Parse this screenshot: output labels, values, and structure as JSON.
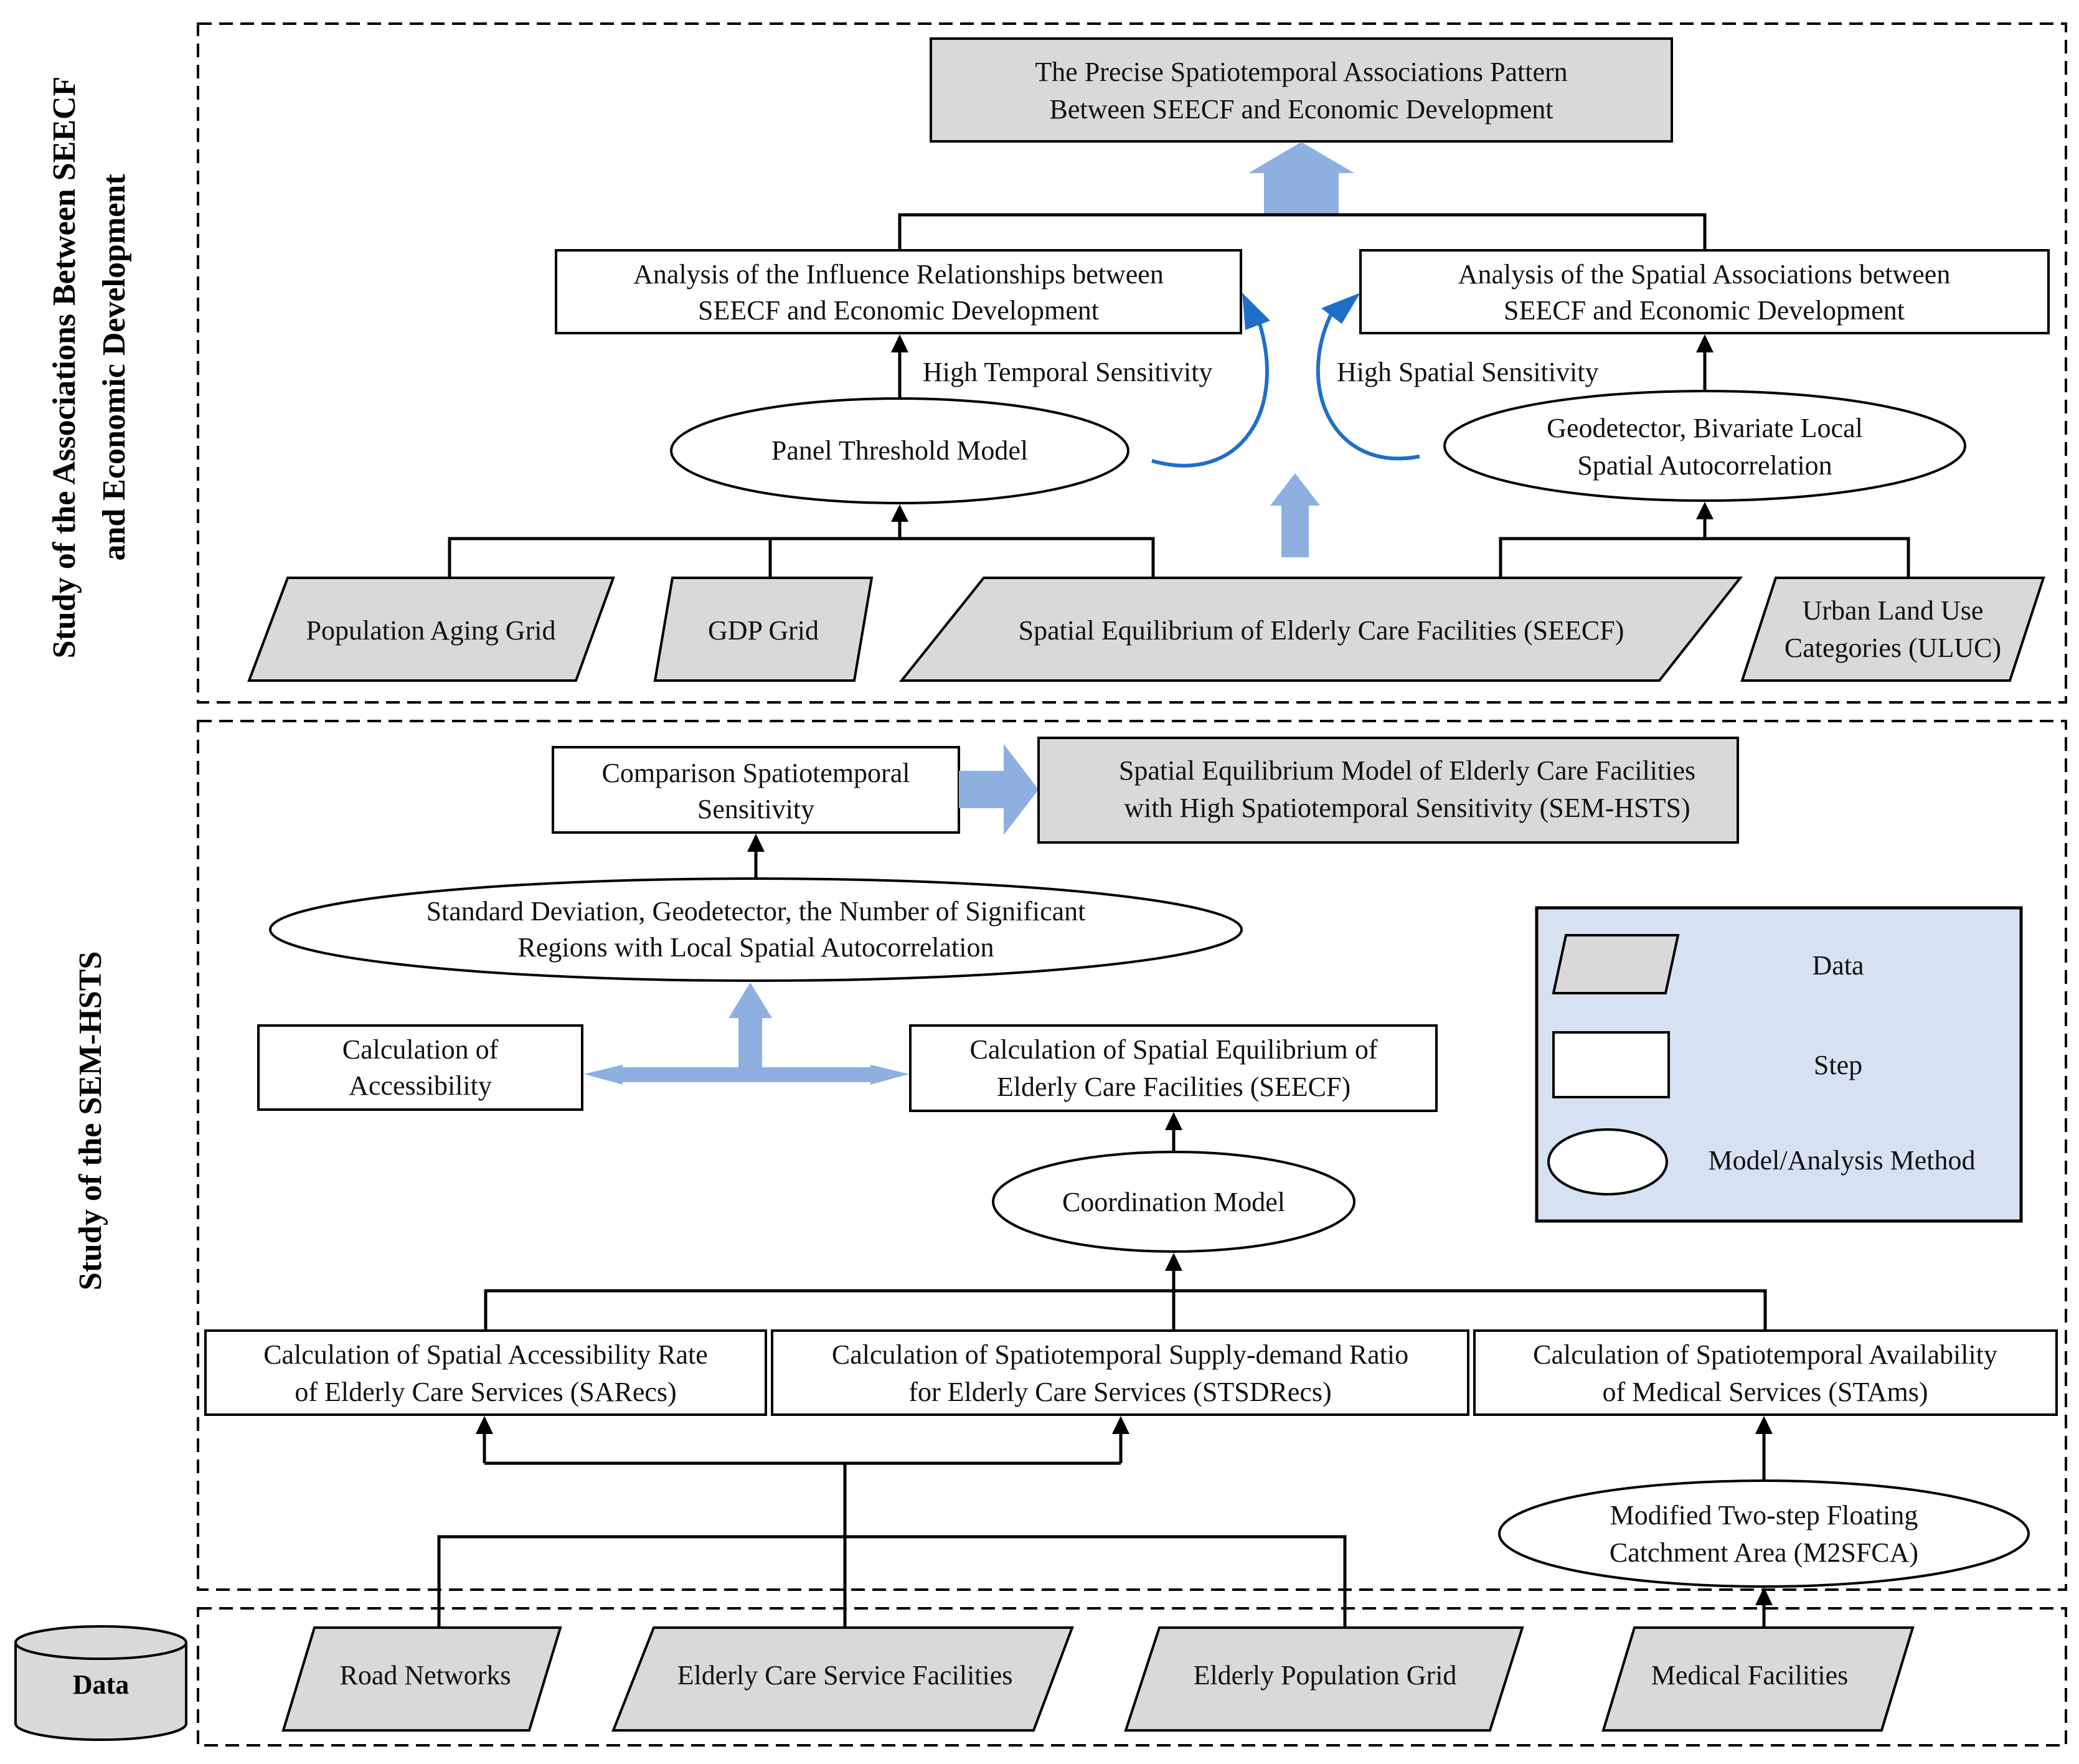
{
  "sections": {
    "associations_title_line1": "Study of the Associations Between SEECF",
    "associations_title_line2": "and Economic Development",
    "sem_title": "Study of the SEM-HSTS",
    "data_label": "Data"
  },
  "top": {
    "result_line1": "The Precise Spatiotemporal Associations Pattern",
    "result_line2": "Between  SEECF and Economic Development",
    "influence_line1": "Analysis of the Influence Relationships between",
    "influence_line2": "SEECF and Economic Development",
    "spatial_assoc_line1": "Analysis of the Spatial Associations between",
    "spatial_assoc_line2": "SEECF and Economic Development",
    "temporal_sensitivity": "High Temporal Sensitivity",
    "spatial_sensitivity": "High Spatial Sensitivity",
    "panel_threshold": "Panel Threshold Model",
    "geodetector_line1": "Geodetector, Bivariate Local",
    "geodetector_line2": "Spatial Autocorrelation",
    "population_aging": "Population Aging Grid",
    "gdp_grid": "GDP Grid",
    "seecf_data": "Spatial Equilibrium of Elderly Care Facilities (SEECF)",
    "uluc_line1": "Urban Land Use",
    "uluc_line2": "Categories (ULUC)"
  },
  "middle": {
    "comparison_line1": "Comparison Spatiotemporal",
    "comparison_line2": "Sensitivity",
    "sem_hsts_line1": "Spatial Equilibrium Model of Elderly Care Facilities",
    "sem_hsts_line2": "with High Spatiotemporal Sensitivity (SEM-HSTS)",
    "std_dev_line1": "Standard Deviation, Geodetector, the Number of Significant",
    "std_dev_line2": "Regions with Local Spatial Autocorrelation",
    "accessibility_line1": "Calculation of",
    "accessibility_line2": "Accessibility",
    "calc_seecf_line1": "Calculation of Spatial Equilibrium of",
    "calc_seecf_line2": "Elderly Care Facilities (SEECF)",
    "coordination_model": "Coordination Model",
    "sarecs_line1": "Calculation of Spatial Accessibility Rate",
    "sarecs_line2": "of Elderly Care Services (SARecs)",
    "stsdrecs_line1": "Calculation of Spatiotemporal Supply-demand Ratio",
    "stsdrecs_line2": "for Elderly Care Services (STSDRecs)",
    "stams_line1": "Calculation of Spatiotemporal Availability",
    "stams_line2": "of Medical Services (STAms)",
    "m2sfca_line1": "Modified Two-step Floating",
    "m2sfca_line2": "Catchment Area (M2SFCA)"
  },
  "legend": {
    "data": "Data",
    "step": "Step",
    "model": "Model/Analysis Method"
  },
  "data_row": {
    "road_networks": "Road Networks",
    "elderly_care_facilities": "Elderly Care Service Facilities",
    "elderly_population": "Elderly Population Grid",
    "medical_facilities": "Medical Facilities"
  },
  "colors": {
    "data_fill": "#d9d9d9",
    "legend_fill": "#d6e2f2",
    "big_arrow": "#8eb0e0",
    "curve_arrow": "#1f6fc8"
  }
}
